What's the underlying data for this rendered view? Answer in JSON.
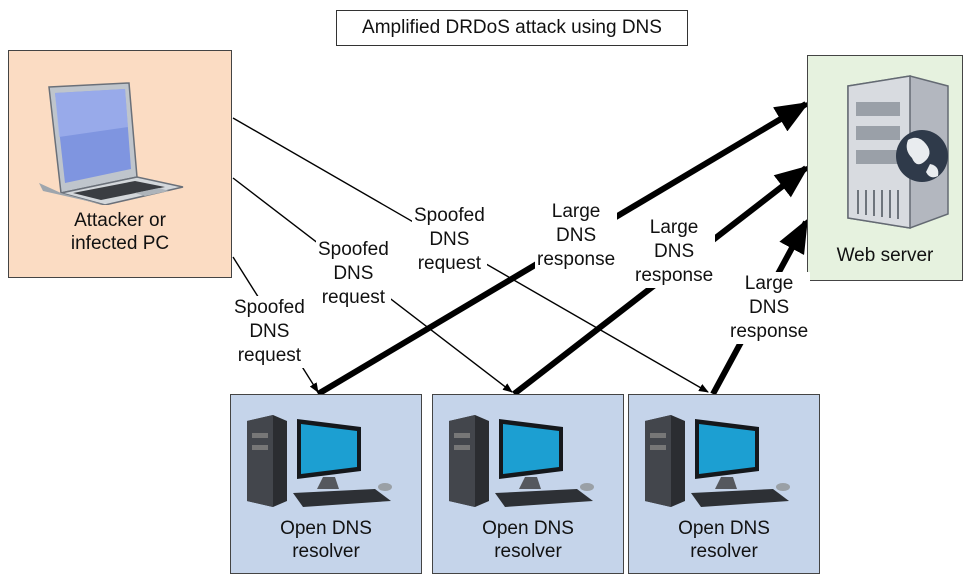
{
  "diagram": {
    "title": "Amplified DRDoS attack using DNS",
    "attacker": {
      "label": "Attacker or\ninfected PC",
      "icon": "laptop-icon"
    },
    "server": {
      "label": "Web server",
      "icon": "server-globe-icon"
    },
    "resolvers": [
      {
        "label": "Open DNS\nresolver",
        "icon": "desktop-computer-icon"
      },
      {
        "label": "Open DNS\nresolver",
        "icon": "desktop-computer-icon"
      },
      {
        "label": "Open DNS\nresolver",
        "icon": "desktop-computer-icon"
      }
    ],
    "requests": [
      {
        "label": "Spoofed\nDNS\nrequest"
      },
      {
        "label": "Spoofed\nDNS\nrequest"
      },
      {
        "label": "Spoofed\nDNS\nrequest"
      }
    ],
    "responses": [
      {
        "label": "Large\nDNS\nresponse"
      },
      {
        "label": "Large\nDNS\nresponse"
      },
      {
        "label": "Large\nDNS\nresponse"
      }
    ],
    "colors": {
      "attacker_fill": "#fbdcc3",
      "server_fill": "#e6f2df",
      "resolver_fill": "#c5d4ea",
      "arrow": "#000000"
    }
  }
}
